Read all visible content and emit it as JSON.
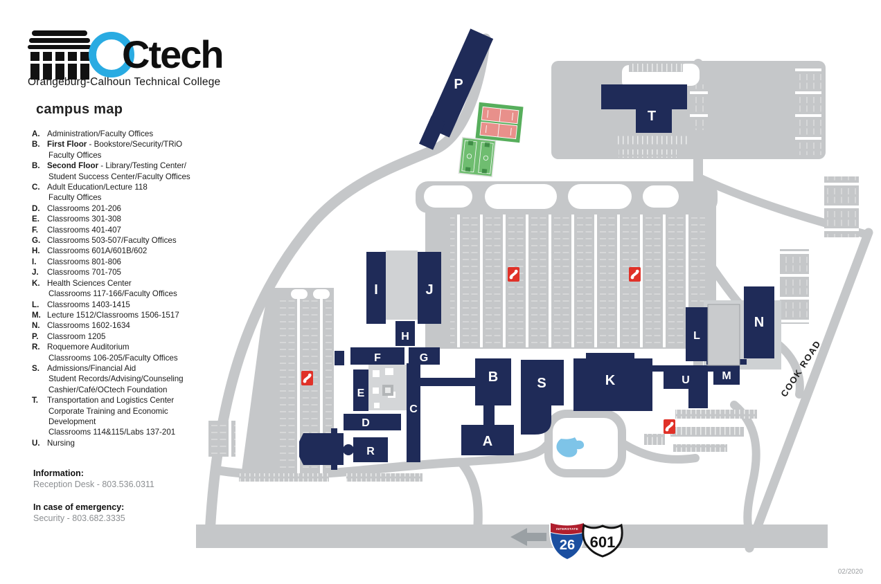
{
  "branding": {
    "wordmark_rest": "Ctech",
    "college_name": "Orangeburg-Calhoun Technical College",
    "logo_icon": "columns-portico-icon",
    "accent_blue": "#29abe2"
  },
  "title": "campus map",
  "legend": {
    "items": [
      {
        "letter": "A.",
        "text": "Administration/Faculty Offices"
      },
      {
        "letter": "B.",
        "bold": "First Floor",
        "text": " - Bookstore/Security/TRiO",
        "line2": "Faculty Offices"
      },
      {
        "letter": "B.",
        "bold": "Second Floor",
        "text": " - Library/Testing Center/",
        "line2": "Student Success Center/Faculty Offices"
      },
      {
        "letter": "C.",
        "text": "Adult Education/Lecture 118",
        "line2": "Faculty Offices"
      },
      {
        "letter": "D.",
        "text": "Classrooms 201-206"
      },
      {
        "letter": "E.",
        "text": "Classrooms 301-308"
      },
      {
        "letter": "F.",
        "text": "Classrooms 401-407"
      },
      {
        "letter": "G.",
        "text": "Classrooms 503-507/Faculty Offices"
      },
      {
        "letter": "H.",
        "text": "Classrooms 601A/601B/602"
      },
      {
        "letter": "I.",
        "text": "Classrooms 801-806"
      },
      {
        "letter": "J.",
        "text": "Classrooms 701-705"
      },
      {
        "letter": "K.",
        "text": "Health Sciences Center",
        "line2": "Classrooms 117-166/Faculty Offices"
      },
      {
        "letter": "L.",
        "text": "Classrooms 1403-1415"
      },
      {
        "letter": "M.",
        "text": "Lecture 1512/Classrooms 1506-1517"
      },
      {
        "letter": "N.",
        "text": "Classrooms 1602-1634"
      },
      {
        "letter": "P.",
        "text": "Classroom 1205"
      },
      {
        "letter": "R.",
        "text": "Roquemore Auditorium",
        "line2": "Classrooms 106-205/Faculty Offices"
      },
      {
        "letter": "S.",
        "text": "Admissions/Financial Aid",
        "line2": "Student Records/Advising/Counseling",
        "line3": "Cashier/Café/OCtech Foundation"
      },
      {
        "letter": "T.",
        "text": "Transportation and Logistics Center",
        "line2": "Corporate Training and Economic",
        "line3": "Development",
        "line4": "Classrooms 114&115/Labs 137-201"
      },
      {
        "letter": "U.",
        "text": "Nursing"
      }
    ]
  },
  "info": {
    "heading": "Information:",
    "reception": "Reception Desk - 803.536.0311",
    "emergency_heading": "In case of emergency:",
    "security": "Security - 803.682.3335"
  },
  "map": {
    "letters": {
      "p": "P",
      "t": "T",
      "i": "I",
      "j": "J",
      "h": "H",
      "f": "F",
      "g": "G",
      "e": "E",
      "c": "C",
      "d": "D",
      "r": "R",
      "a": "A",
      "b": "B",
      "s": "S",
      "k": "K",
      "u": "U",
      "m": "M",
      "n": "N",
      "l": "L"
    },
    "road_labels": {
      "cook_road": "COOK ROAD"
    },
    "signs": {
      "interstate_label": "INTERSTATE",
      "interstate_number": "26",
      "us_route_number": "601"
    },
    "icons": {
      "phone": "emergency-phone-icon",
      "arrow": "west-arrow-icon"
    },
    "date": "02/2020",
    "colors": {
      "building": "#1f2b58",
      "road": "#c5c7c9",
      "phone_red": "#e03128",
      "pond": "#7ec4e8",
      "tennis_green": "#57ae5c",
      "court_pink": "#e8908b",
      "field_green": "#6fbd70"
    }
  }
}
